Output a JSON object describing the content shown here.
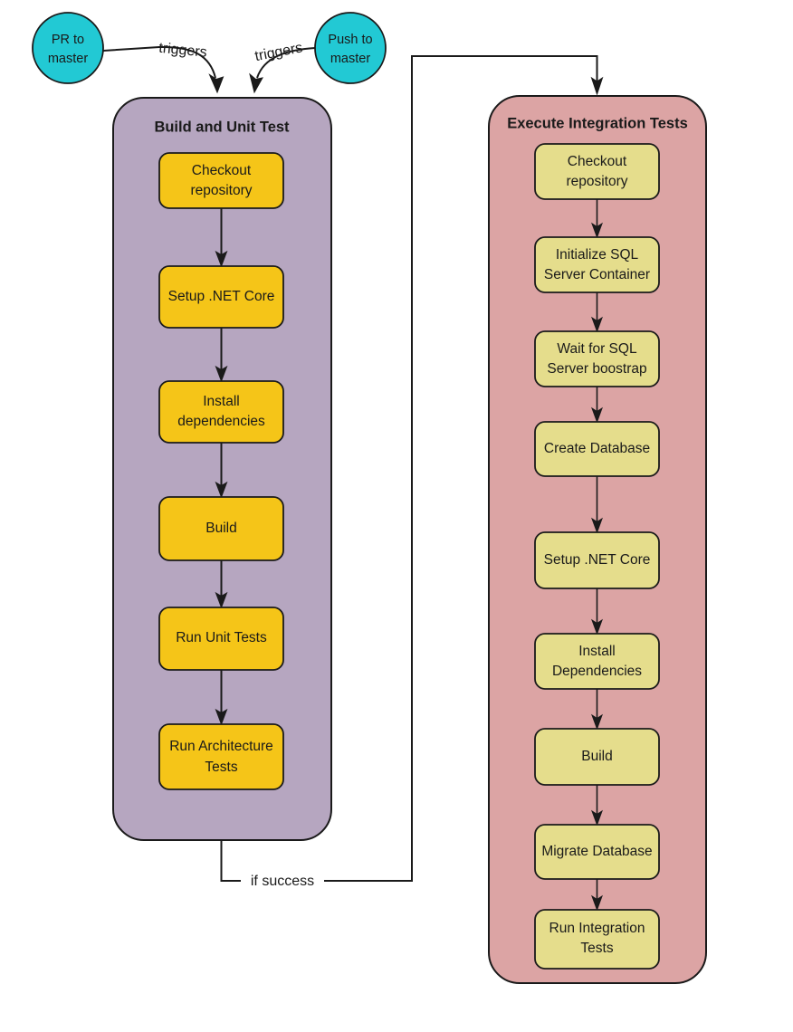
{
  "diagram": {
    "title": "CI pipeline flowchart",
    "background": "#ffffff",
    "colors": {
      "trigger_circle_fill": "#22C9D4",
      "build_container_fill": "#B6A6C0",
      "integration_container_fill": "#DCA4A4",
      "build_node_fill": "#F5C518",
      "integration_node_fill": "#E5DD8C",
      "stroke": "#1a1a1a",
      "text": "#1a1a1a"
    },
    "triggers": [
      {
        "id": "pr-to-master",
        "line1": "PR to",
        "line2": "master",
        "edge_label": "triggers"
      },
      {
        "id": "push-to-master",
        "line1": "Push to",
        "line2": "master",
        "edge_label": "triggers"
      }
    ],
    "edge_labels": {
      "triggers_left": "triggers",
      "triggers_right": "triggers",
      "if_success": "if success"
    },
    "containers": [
      {
        "id": "build-and-unit-test",
        "title": "Build and Unit Test",
        "nodes": [
          {
            "id": "checkout-repository",
            "line1": "Checkout",
            "line2": "repository"
          },
          {
            "id": "setup-dotnet-core",
            "line1": "Setup .NET Core",
            "line2": ""
          },
          {
            "id": "install-dependencies",
            "line1": "Install",
            "line2": "dependencies"
          },
          {
            "id": "build",
            "line1": "Build",
            "line2": ""
          },
          {
            "id": "run-unit-tests",
            "line1": "Run Unit Tests",
            "line2": ""
          },
          {
            "id": "run-architecture-tests",
            "line1": "Run Architecture",
            "line2": "Tests"
          }
        ]
      },
      {
        "id": "execute-integration-tests",
        "title": "Execute Integration Tests",
        "nodes": [
          {
            "id": "checkout-repository-2",
            "line1": "Checkout",
            "line2": "repository"
          },
          {
            "id": "initialize-sql-server-container",
            "line1": "Initialize SQL",
            "line2": "Server Container"
          },
          {
            "id": "wait-for-sql-server-boostrap",
            "line1": "Wait for SQL",
            "line2": "Server boostrap"
          },
          {
            "id": "create-database",
            "line1": "Create Database",
            "line2": ""
          },
          {
            "id": "setup-dotnet-core-2",
            "line1": "Setup .NET Core",
            "line2": ""
          },
          {
            "id": "install-dependencies-2",
            "line1": "Install",
            "line2": "Dependencies"
          },
          {
            "id": "build-2",
            "line1": "Build",
            "line2": ""
          },
          {
            "id": "migrate-database",
            "line1": "Migrate Database",
            "line2": ""
          },
          {
            "id": "run-integration-tests",
            "line1": "Run Integration",
            "line2": "Tests"
          }
        ]
      }
    ]
  }
}
